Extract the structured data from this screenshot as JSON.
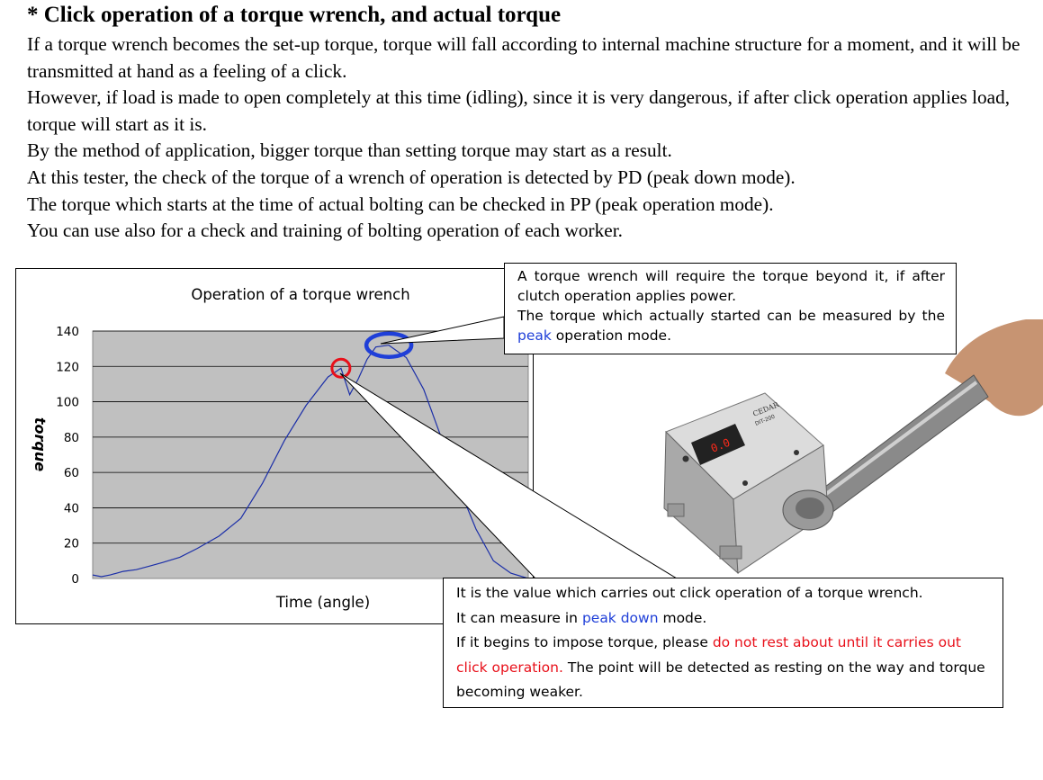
{
  "heading": "* Click operation of a torque wrench, and actual torque",
  "paragraphs": [
    "If a torque wrench becomes the set-up torque, torque will fall according to internal machine structure for a moment, and it will be transmitted at hand as a feeling of a click.",
    "However, if load is made to open completely at this time (idling), since it is very dangerous, if after click operation applies load, torque will start as it is.",
    "By the method of application, bigger torque than setting torque may start as a result.",
    "At this tester, the check of the torque of a wrench of operation is detected by PD (peak down mode).",
    "The torque which starts at the time of actual bolting can be checked in PP (peak operation mode).",
    "You can use also for a check and training of bolting operation of each worker."
  ],
  "chart_data": {
    "type": "line",
    "title": "Operation of a torque wrench",
    "xlabel": "Time (angle)",
    "ylabel": "torque",
    "ylim": [
      0,
      140
    ],
    "yticks": [
      0,
      20,
      40,
      60,
      80,
      100,
      120,
      140
    ],
    "grid": true,
    "x": [
      0,
      2,
      4,
      7,
      10,
      13,
      16,
      20,
      24,
      29,
      34,
      39,
      44,
      49,
      54,
      57,
      59,
      61,
      63,
      65,
      68,
      72,
      76,
      80,
      84,
      88,
      92,
      96,
      100
    ],
    "series": [
      {
        "values": [
          2,
          1,
          2,
          4,
          5,
          7,
          9,
          12,
          17,
          24,
          34,
          54,
          78,
          98,
          114,
          119,
          104,
          113,
          124,
          131,
          132,
          125,
          107,
          80,
          52,
          28,
          10,
          3,
          0
        ]
      }
    ],
    "markers": [
      {
        "color": "#e8101a",
        "x": 57,
        "y": 119
      },
      {
        "color": "#1f3fd8",
        "x": 68,
        "y": 132
      }
    ],
    "colors": {
      "line": "#1c2fa8",
      "plot_bg": "#c0c0c0",
      "grid": "#000000"
    }
  },
  "callouts": {
    "peak": {
      "line1": "A torque wrench will require the torque beyond it, if after clutch operation applies power.",
      "line2_pre": "The torque which actually started can be measured by the ",
      "line2_hl": "peak",
      "line2_post": " operation mode."
    },
    "click": {
      "line1": "It is the value which carries out click operation of a torque wrench.",
      "line2_pre": "It can measure in ",
      "line2_hl": "peak down",
      "line2_post": " mode.",
      "line3_pre": "If it begins to impose torque, please ",
      "line3_red": "do not rest about until it carries out click operation.",
      "line3_post": " The point will be detected as resting on the way and torque becoming weaker."
    }
  },
  "device": {
    "display_value": "0.0",
    "brand": "CEDAR",
    "model": "DIT-200"
  }
}
